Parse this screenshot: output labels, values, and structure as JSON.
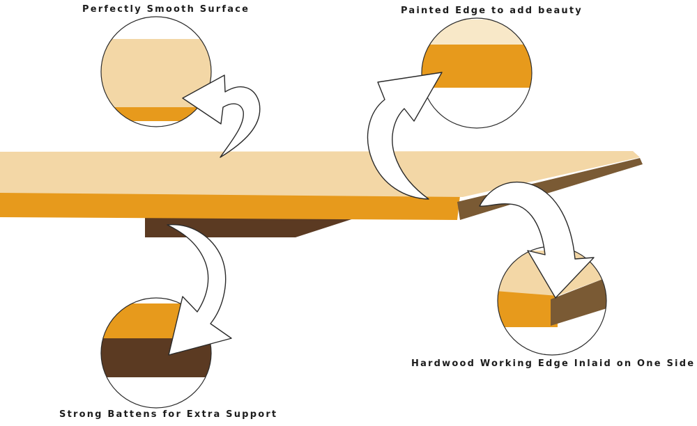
{
  "callouts": {
    "surface": "Perfectly Smooth Surface",
    "painted_edge": "Painted Edge to add beauty",
    "hardwood_edge": "Hardwood Working Edge Inlaid on One Side",
    "battens": "Strong Battens for Extra Support"
  },
  "colors": {
    "board_top": "#f3d7a6",
    "painted_edge": "#e79a1c",
    "batten": "#5b3a22",
    "hardwood": "#7a5a34",
    "arrow_fill": "#ffffff",
    "outline": "#2a2a2a"
  },
  "icons": [
    "curved-arrow-icon"
  ]
}
